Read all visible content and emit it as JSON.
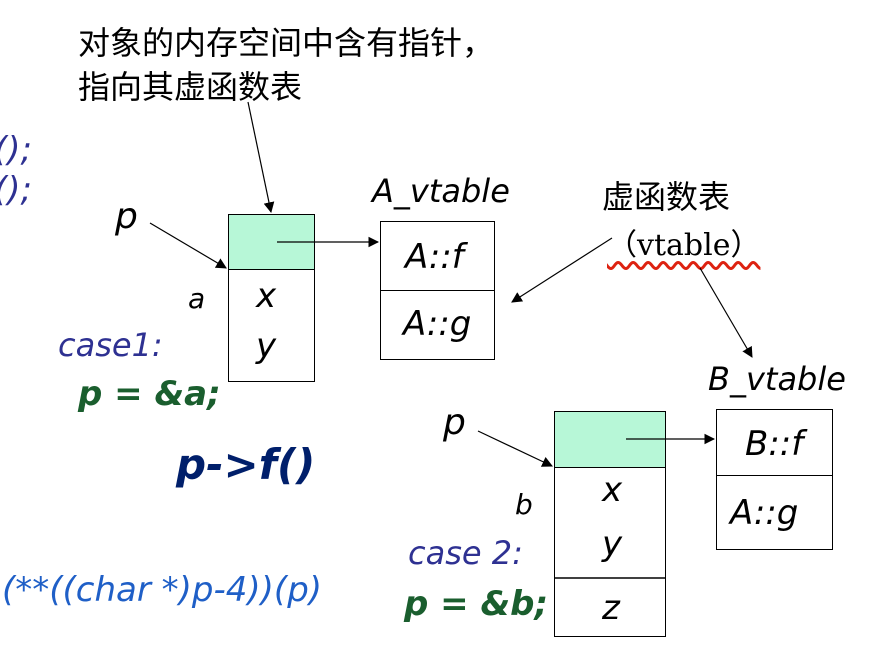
{
  "notes": {
    "top_line1": "对象的内存空间中含有指针，",
    "top_line2": "指向其虚函数表",
    "vtable_title": "虚函数表",
    "vtable_paren": "（vtable）"
  },
  "left_clip": {
    "line1": "();",
    "line2": "();"
  },
  "object_a": {
    "pointer_label": "p",
    "object_label": "a",
    "fields": [
      "x",
      "y"
    ]
  },
  "object_b": {
    "pointer_label": "p",
    "object_label": "b",
    "fields": [
      "x",
      "y",
      "z"
    ]
  },
  "vtable_a": {
    "title": "A_vtable",
    "entries": [
      "A::f",
      "A::g"
    ]
  },
  "vtable_b": {
    "title": "B_vtable",
    "entries": [
      "B::f",
      "A::g"
    ]
  },
  "cases": {
    "case1_label": "case1:",
    "case1_code": "p = &a;",
    "call": "p->f()",
    "case2_label": "case 2:",
    "case2_code": "p = &b;",
    "expansion": "(**((char *)p-4))(p)"
  },
  "colors": {
    "pointer_cell": "#b7f7d7",
    "case_label": "#2e3192",
    "case_code": "#1a5e2e",
    "call": "#001f6b",
    "expansion": "#1f5fc7"
  }
}
